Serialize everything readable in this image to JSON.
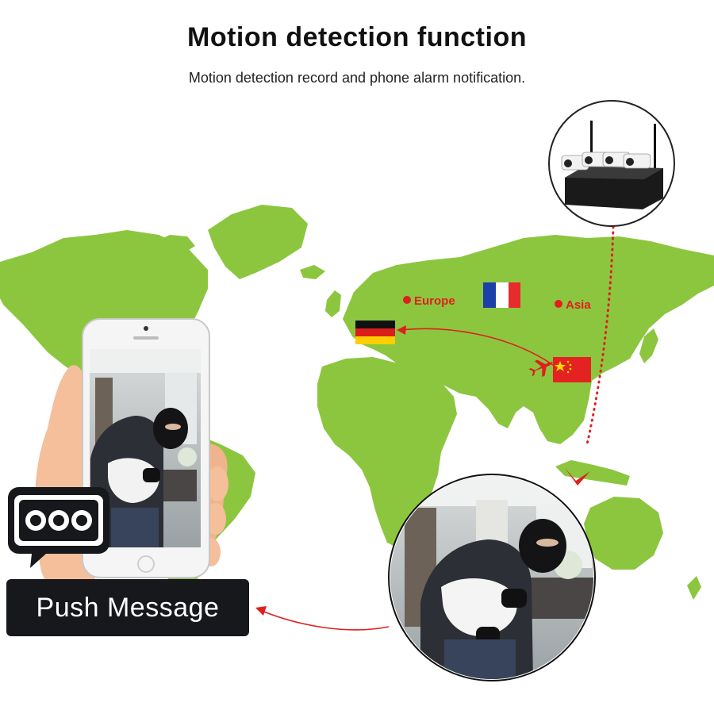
{
  "header": {
    "title": "Motion detection function",
    "subtitle": "Motion detection record and phone alarm notification."
  },
  "map": {
    "labels": {
      "europe": "Europe",
      "asia": "Asia"
    },
    "land_color": "#8cc63f",
    "route_color": "#e01e1e"
  },
  "notification": {
    "label": "Push Message",
    "icon": "chat-bubble-dots-icon"
  },
  "icons": [
    "germany-flag-icon",
    "france-flag-icon",
    "china-flag-icon",
    "airplane-icon",
    "location-marker-icon",
    "camera-nvr-kit-icon",
    "smartphone-icon"
  ]
}
